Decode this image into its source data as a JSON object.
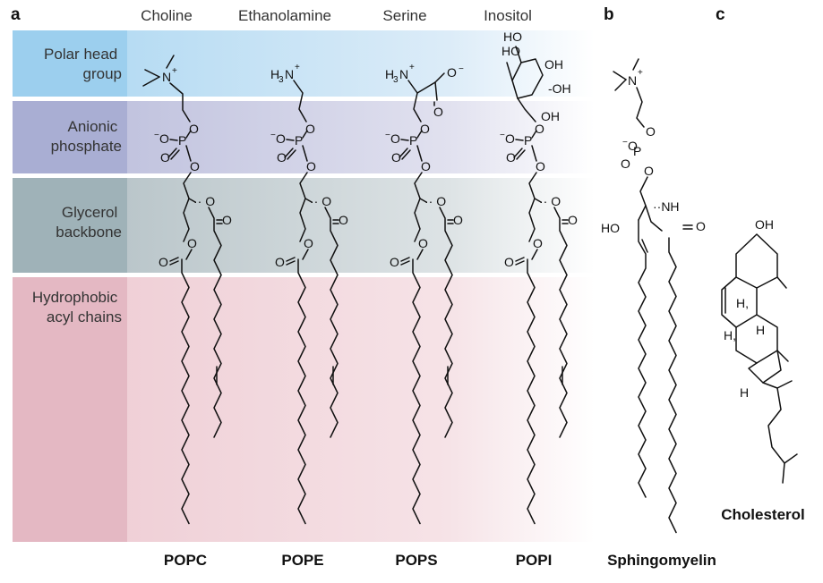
{
  "panels": {
    "a": "a",
    "b": "b",
    "c": "c"
  },
  "head_groups": [
    "Choline",
    "Ethanolamine",
    "Serine",
    "Inositol"
  ],
  "regions": {
    "polar": [
      "Polar head",
      "group"
    ],
    "phosphate": [
      "Anionic",
      "phosphate"
    ],
    "glycerol": [
      "Glycerol",
      "backbone"
    ],
    "acyl": [
      "Hydrophobic",
      "acyl chains"
    ]
  },
  "lipids": [
    "POPC",
    "POPE",
    "POPS",
    "POPI"
  ],
  "sphingomyelin": "Sphingomyelin",
  "cholesterol": "Cholesterol",
  "colors": {
    "polar_band": "#9ccfee",
    "phosphate_band": "#a9aed3",
    "glycerol_band": "#9fb2b8",
    "acyl_band": "#e4b8c3"
  },
  "atoms": {
    "O": "O",
    "P": "P",
    "N": "N",
    "H": "H",
    "HO": "HO",
    "OH": "OH",
    "NH": "NH",
    "H3N": "H",
    "three": "3",
    "plus": "+",
    "minus": "−",
    "ominus": "O",
    "H_comma": "H,",
    "dash_oh": "-OH"
  }
}
